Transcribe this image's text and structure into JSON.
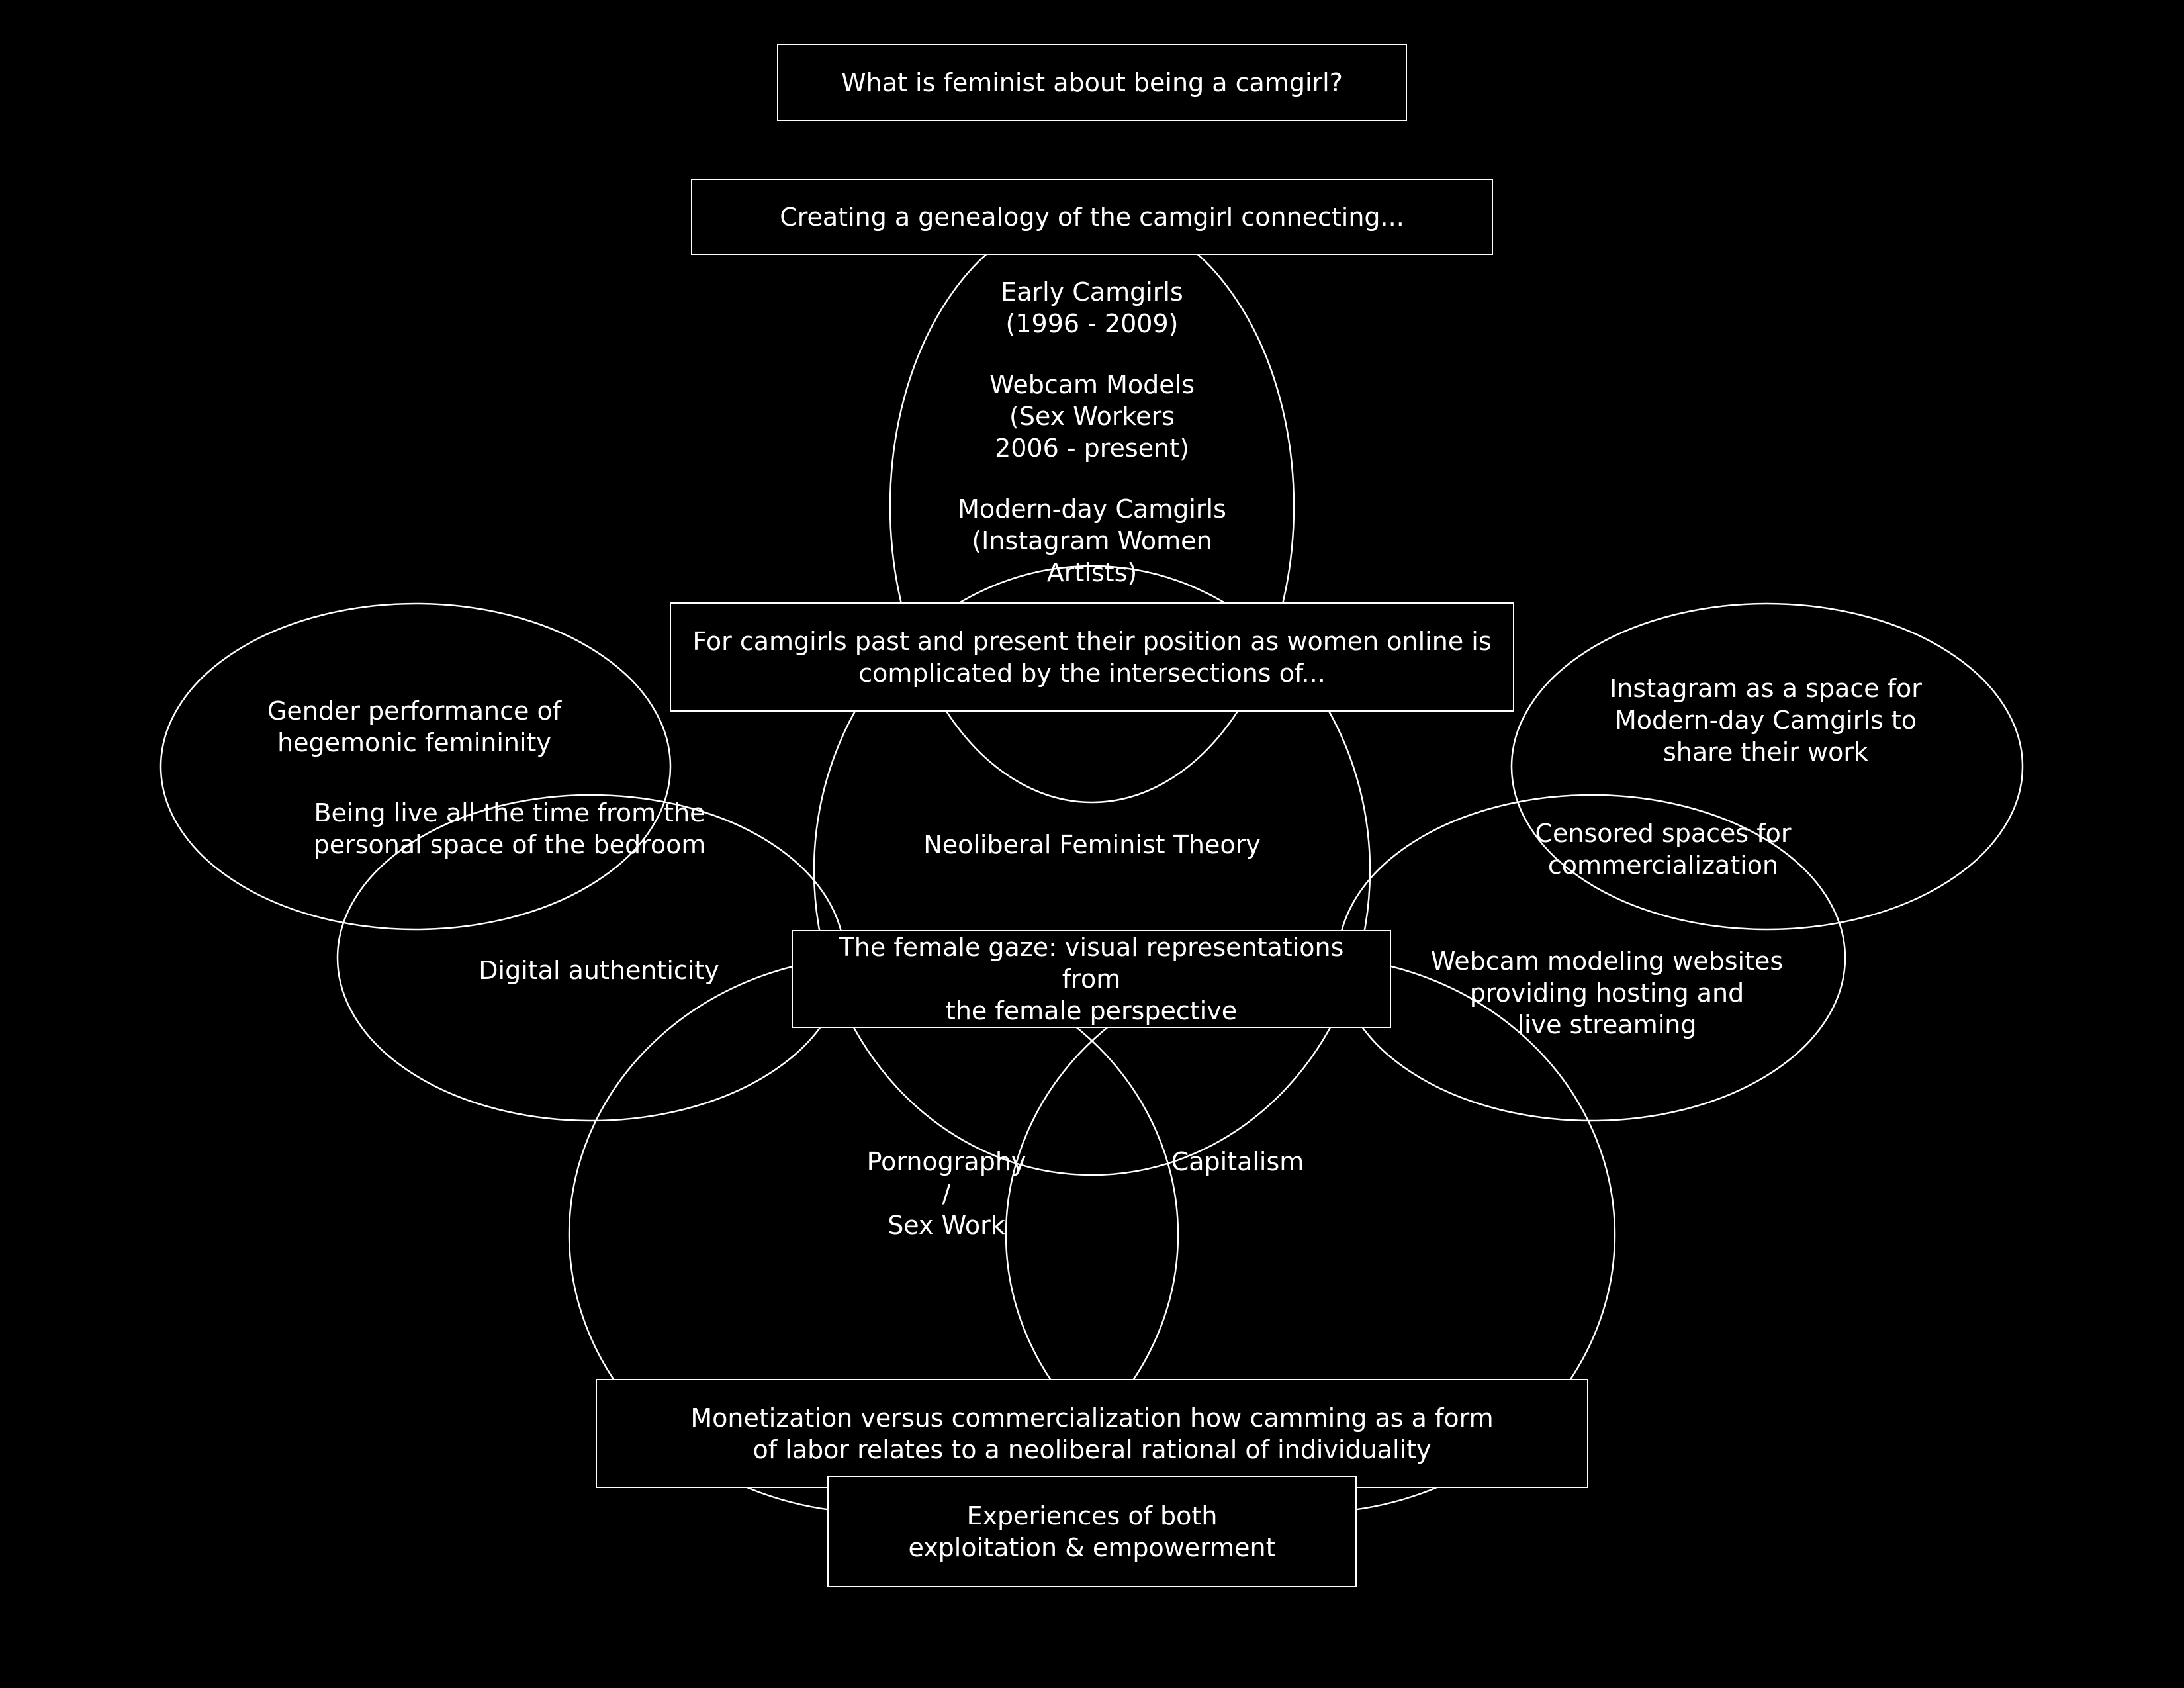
{
  "colors": {
    "background": "#000000",
    "foreground": "#ffffff"
  },
  "boxes": {
    "question": "What is feminist about being a camgirl?",
    "genealogy": "Creating a genealogy of the camgirl connecting...",
    "intersections": [
      "For camgirls past and present their position as women online is",
      "complicated by the intersections of..."
    ],
    "female_gaze": [
      "The female gaze: visual representations from",
      "the female perspective"
    ],
    "monetization": [
      "Monetization versus commercialization how camming as a form",
      "of labor relates to a neoliberal rational of individuality"
    ],
    "experiences": [
      "Experiences of both",
      "exploitation & empowerment"
    ]
  },
  "camgirl_types": {
    "early": [
      "Early Camgirls",
      "(1996 - 2009)"
    ],
    "webcam_models": [
      "Webcam Models",
      "(Sex Workers",
      "2006 - present)"
    ],
    "modern": [
      "Modern-day Camgirls",
      "(Instagram Women",
      "Artists)"
    ]
  },
  "circles": {
    "gender_performance": [
      "Gender performance of",
      "hegemonic femininity"
    ],
    "being_live": [
      "Being live all the time from the",
      "personal space of the bedroom"
    ],
    "digital_authenticity": "Digital authenticity",
    "neoliberal_feminist_theory": "Neoliberal Feminist Theory",
    "instagram": [
      "Instagram as a space for",
      "Modern-day Camgirls to",
      "share their work"
    ],
    "censored_spaces": [
      "Censored spaces for",
      "commercialization"
    ],
    "webcam_websites": [
      "Webcam modeling websites",
      "providing hosting and",
      "live streaming"
    ],
    "pornography": [
      "Pornography",
      "/",
      "Sex Work"
    ],
    "capitalism": "Capitalism"
  }
}
